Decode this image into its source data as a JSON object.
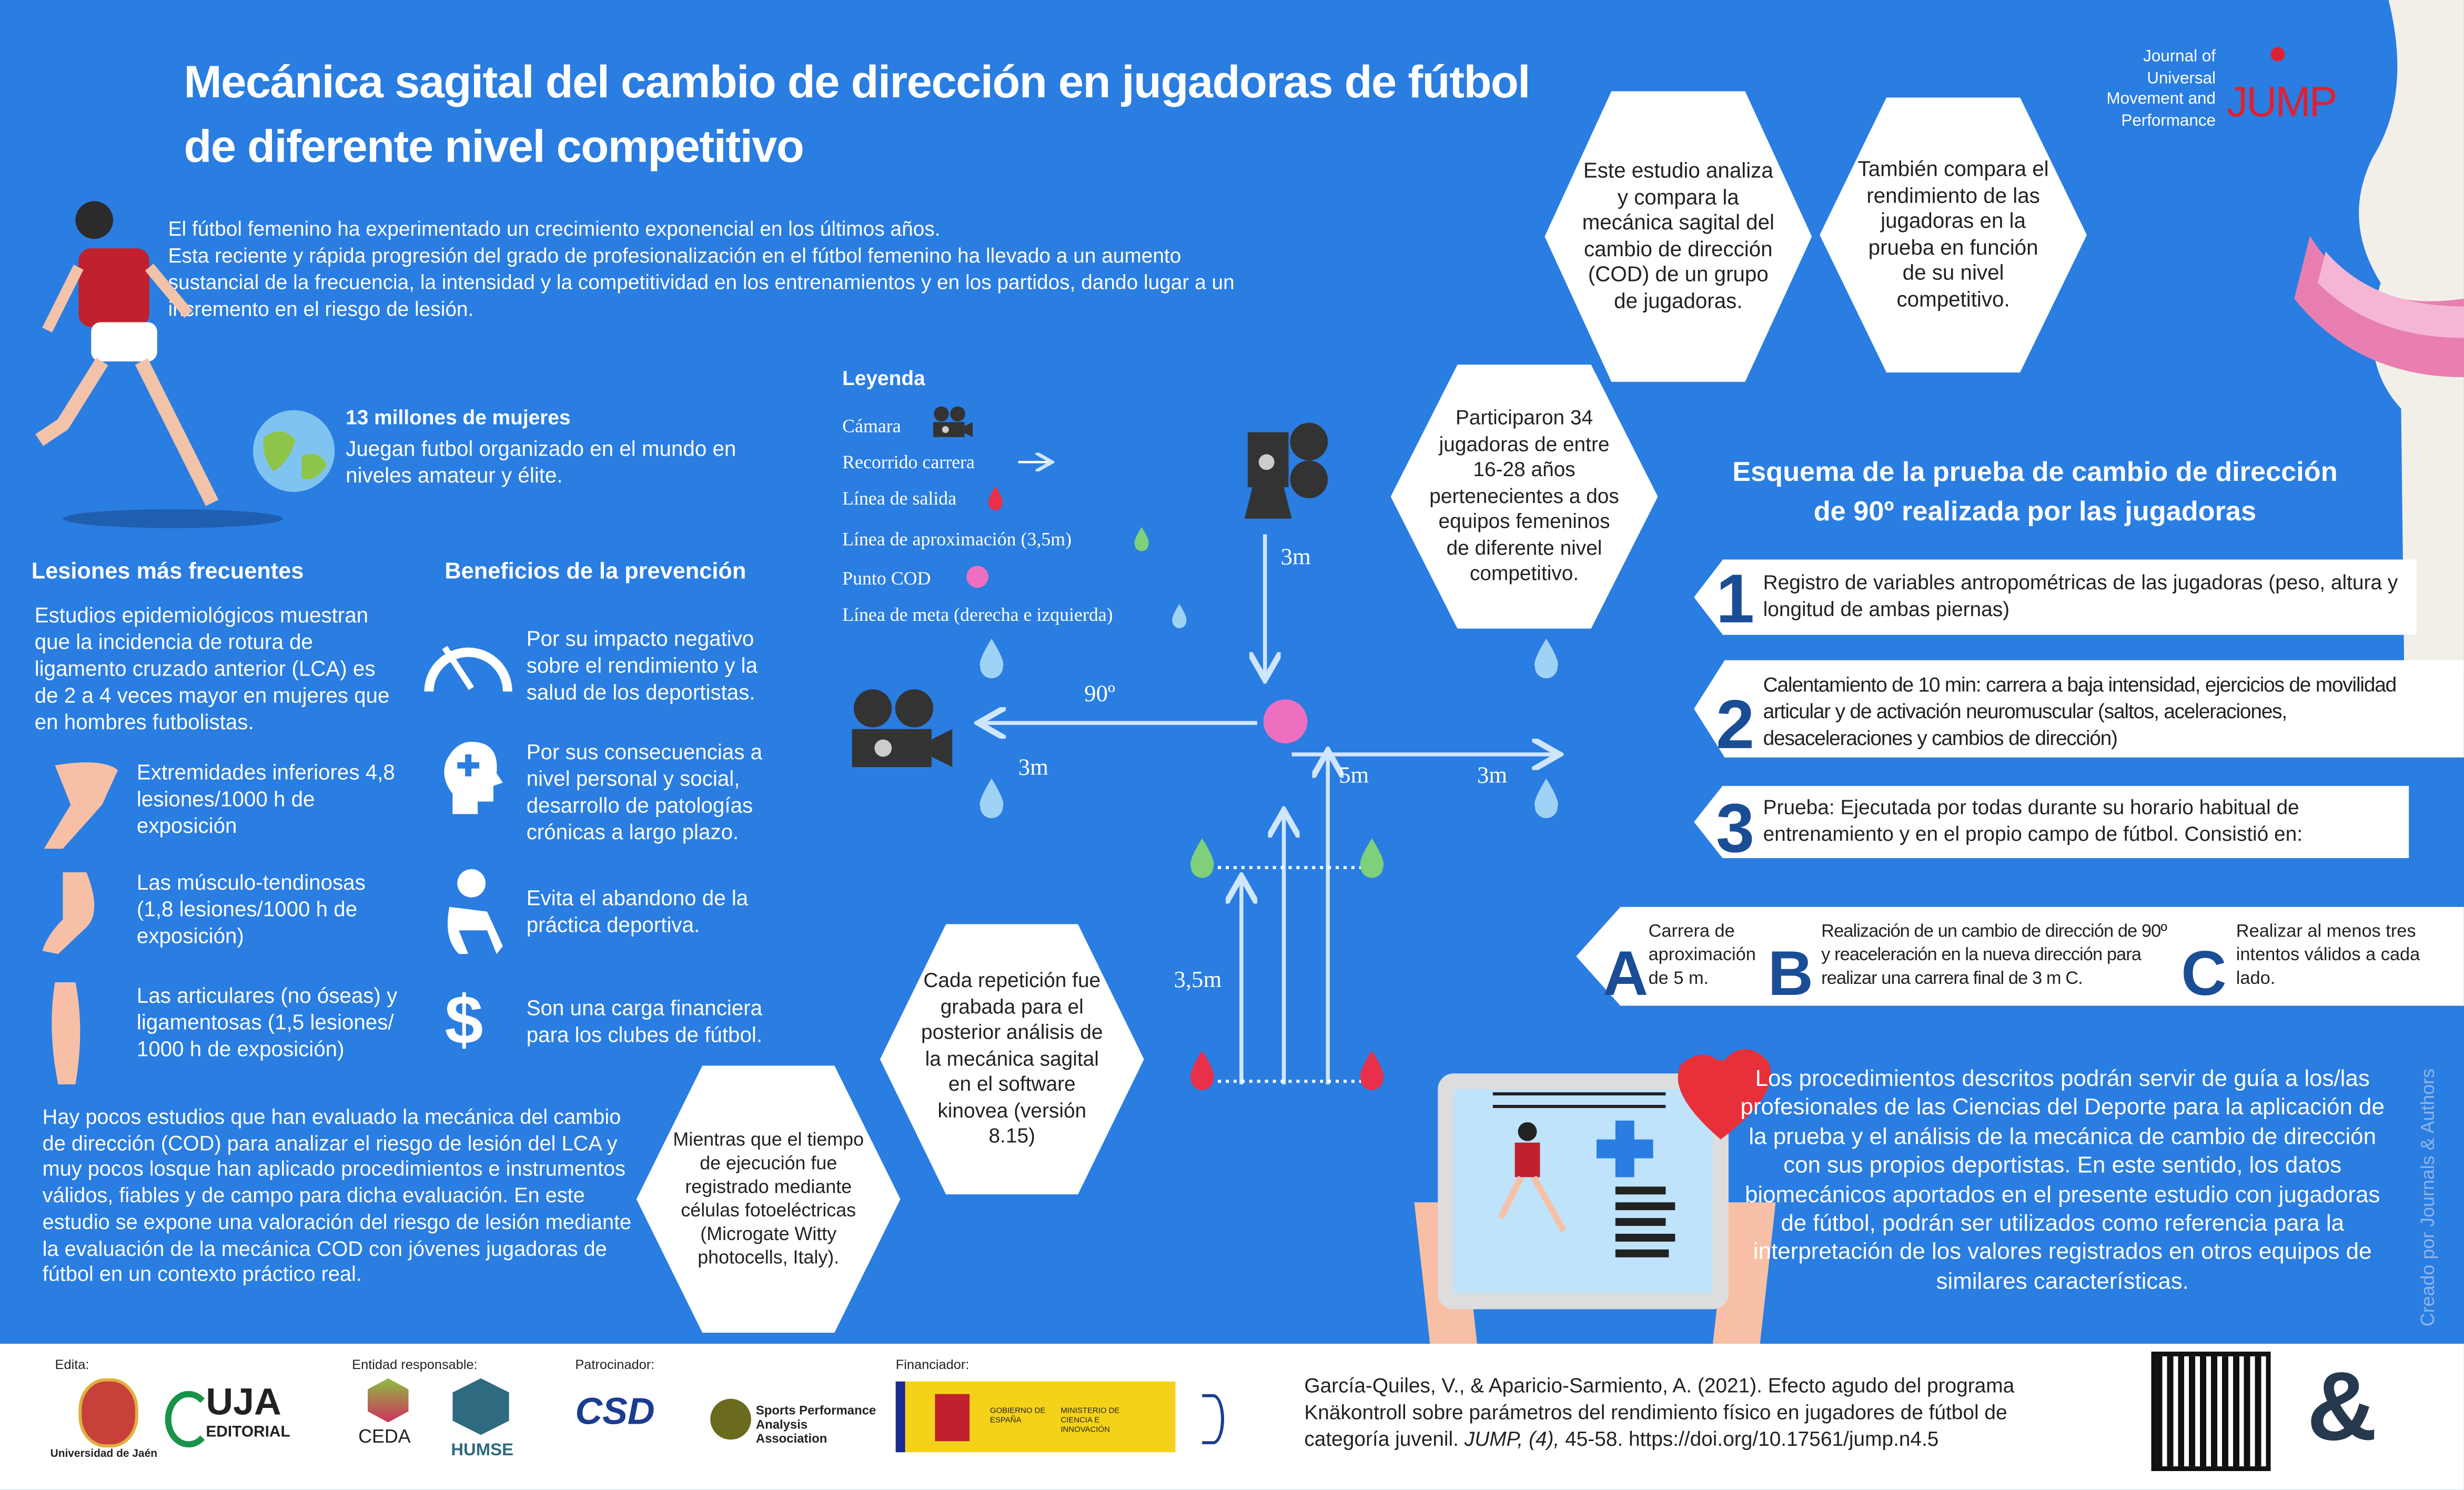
{
  "title": {
    "line1": "Mecánica sagital del cambio de dirección en jugadoras de fútbol",
    "line2": "de diferente nivel competitivo"
  },
  "journal": {
    "name_lines": [
      "Journal of",
      "Universal",
      "Movement and",
      "Performance"
    ],
    "logo": "JUMP"
  },
  "intro": {
    "line1": "El fútbol femenino ha experimentado un crecimiento exponencial en los últimos años.",
    "line2": "Esta reciente y rápida progresión del grado de profesionalización en el fútbol femenino ha llevado a un aumento sustancial de la frecuencia, la intensidad y la competitividad en los entrenamientos y en los partidos, dando lugar a un incremento en el riesgo de lesión."
  },
  "stat": {
    "title": "13 millones de mujeres",
    "text": "Juegan futbol organizado en el mundo en niveles amateur y élite."
  },
  "injuries": {
    "heading": "Lesiones más frecuentes",
    "text": "Estudios epidemiológicos muestran que la incidencia de rotura de ligamento cruzado anterior (LCA) es de 2 a 4 veces mayor en mujeres que en hombres futbolistas.",
    "items": [
      {
        "icon": "leg-icon",
        "text": "Extremidades inferiores 4,8 lesiones/1000 h de exposición"
      },
      {
        "icon": "foot-icon",
        "text": "Las músculo-tendinosas (1,8 lesiones/1000 h de exposición)"
      },
      {
        "icon": "calf-icon",
        "text": "Las articulares (no óseas) y ligamentosas (1,5 lesiones/ 1000 h de exposición)"
      }
    ]
  },
  "benefits": {
    "heading": "Beneficios de la prevención",
    "items": [
      {
        "icon": "gauge-icon",
        "text": "Por su impacto negativo sobre el rendimiento y la salud de los deportistas."
      },
      {
        "icon": "mental-health-icon",
        "text": "Por sus consecuencias a nivel personal y social, desarrollo de patologías crónicas a largo plazo."
      },
      {
        "icon": "sitting-person-icon",
        "text": "Evita el abandono de la práctica deportiva."
      },
      {
        "icon": "dollar-icon",
        "text": "Son una carga financiera para los clubes de fútbol."
      }
    ]
  },
  "gap_text": "Hay pocos estudios que han evaluado la mecánica del cambio de dirección (COD) para analizar el riesgo de lesión del LCA y muy pocos losque han aplicado procedimientos e instrumentos válidos, fiables y de campo para dicha evaluación. En este estudio se expone una valoración del riesgo de lesión mediante la evaluación de la mecánica COD con jóvenes jugadoras de fútbol en un contexto práctico real.",
  "legend": {
    "title": "Leyenda",
    "items": [
      "Cámara",
      "Recorrido carrera",
      "Línea de salida",
      "Línea de aproximación (3,5m)",
      "Punto COD",
      "Línea de meta  (derecha e izquierda)"
    ]
  },
  "diagram": {
    "angle": "90º",
    "d_left": "3m",
    "d_top": "3m",
    "d_5m": "5m",
    "d_right": "3m",
    "d_approach": "3,5m",
    "colors": {
      "start": "#e8304a",
      "approach": "#7ed07a",
      "cod": "#ee6fc0",
      "goal": "#9fd3f5"
    }
  },
  "hexes": [
    "Este estudio analiza  y compara la mecánica sagital del cambio de dirección (COD) de un grupo de jugadoras.",
    "También compara el rendimiento de las jugadoras en la prueba en función de su nivel competitivo.",
    "Participaron 34 jugadoras de entre 16-28 años pertenecientes a dos equipos femeninos de diferente nivel competitivo.",
    "Cada repetición fue grabada para el posterior análisis de la mecánica sagital en el software kinovea (versión 8.15)",
    "Mientras que el tiempo de ejecución fue registrado mediante células fotoeléctricas (Microgate Witty photocells, Italy)."
  ],
  "scheme": {
    "heading": "Esquema de la prueba de cambio de dirección de 90º realizada por las jugadoras",
    "steps": [
      {
        "n": "1",
        "text": "Registro de variables antropométricas de las jugadoras (peso, altura y longitud de ambas piernas)"
      },
      {
        "n": "2",
        "text": "Calentamiento de 10 min: carrera a baja intensidad, ejercicios de movilidad articular y de activación neuromuscular (saltos, aceleraciones, desaceleraciones y cambios de dirección)"
      },
      {
        "n": "3",
        "text": "Prueba: Ejecutada por todas durante su horario habitual de entrenamiento y en el propio campo de fútbol. Consistió en:"
      }
    ],
    "substeps": [
      {
        "l": "A",
        "text": "Carrera de aproximación de 5 m."
      },
      {
        "l": "B",
        "text": "Realización de un cambio de dirección de 90º y reaceleración en la nueva dirección para realizar una carrera final de 3 m C."
      },
      {
        "l": "C",
        "text": "Realizar al menos tres intentos válidos a cada lado."
      }
    ]
  },
  "conclusion": "Los procedimientos descritos podrán servir de guía a los/las profesionales de las Ciencias del Deporte para la aplicación de la prueba y el análisis de la mecánica de cambio de dirección con sus propios deportistas. En este sentido, los datos biomecánicos aportados en el presente estudio con jugadoras de fútbol, podrán ser utilizados como referencia para la interpretación de los valores registrados en otros equipos de similares características.",
  "credit": "Creado por Journals & Authors",
  "footer": {
    "edita": "Edita:",
    "entidad": "Entidad responsable:",
    "patrocinador": "Patrocinador:",
    "financiador": "Financiador:",
    "uja": "Universidad de Jaén",
    "uja_logo": "UJA",
    "uja_editorial": "EDITORIAL",
    "ceda": "CEDA",
    "humse": "HUMSE",
    "csd": "CSD",
    "spaa": "Sports Performance Analysis Association",
    "gobierno": "GOBIERNO DE ESPAÑA",
    "ministerio": "MINISTERIO DE CIENCIA E INNOVACIÓN",
    "citation1": "García-Quiles, V., & Aparicio-Sarmiento, A. (2021). Efecto agudo del programa Knäkontroll sobre parámetros del rendimiento físico en jugadores de fútbol de categoría juvenil. ",
    "citation_journal": "JUMP, (4),",
    "citation2": " 45-58. https://doi.org/10.17561/jump.n4.5"
  },
  "colors": {
    "background": "#2a7de1",
    "dark_blue": "#1a4d96",
    "red": "#e02030"
  }
}
